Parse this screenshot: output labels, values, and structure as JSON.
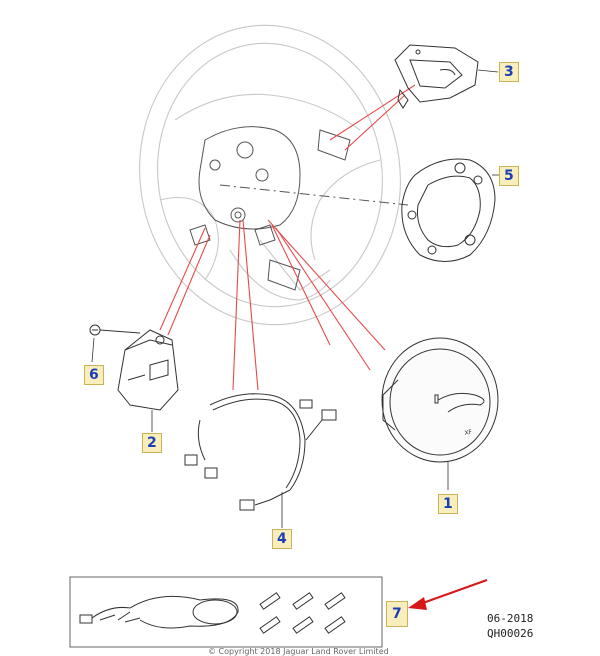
{
  "callouts": {
    "c1": "1",
    "c2": "2",
    "c3": "3",
    "c4": "4",
    "c5": "5",
    "c6": "6",
    "c7": "7"
  },
  "footer": {
    "date": "06-2018",
    "code": "QH00026",
    "copyright": "© Copyright 2018 Jaguar Land Rover Limited"
  },
  "airbag_text": "XF",
  "colors": {
    "callout_text": "#1a3fb8",
    "callout_box_fill": "#f7eebb",
    "leader_line": "#e84a4a",
    "arrow": "#d81818",
    "drawing": "#333333"
  }
}
